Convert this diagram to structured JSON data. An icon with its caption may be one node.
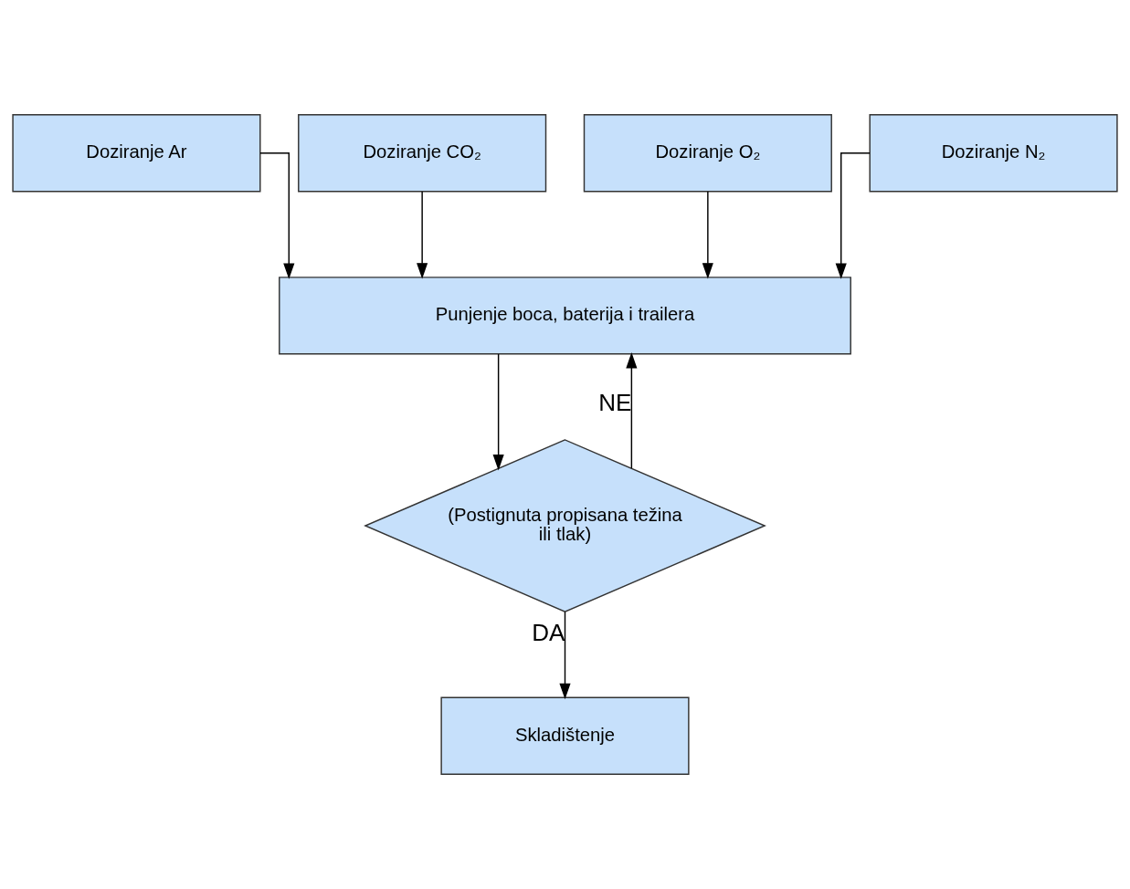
{
  "diagram": {
    "nodes": [
      {
        "text": [
          "Doziranje Ar"
        ]
      },
      {
        "text": [
          "Doziranje CO₂"
        ]
      },
      {
        "text": [
          "Doziranje O₂"
        ]
      },
      {
        "text": [
          "Doziranje N₂"
        ]
      },
      {
        "text": [
          "Punjenje boca, baterija i trailera"
        ]
      },
      {
        "text": [
          "(Postignuta propisana težina ili tlak)"
        ]
      },
      {
        "text": [
          "Skladištenje"
        ]
      }
    ],
    "edges": [
      {
        "from": 0,
        "to": 4,
        "arrow": "to"
      },
      {
        "from": 1,
        "to": 4,
        "arrow": "to"
      },
      {
        "from": 2,
        "to": 4,
        "arrow": "to"
      },
      {
        "from": 3,
        "to": 4,
        "arrow": "to"
      },
      {
        "from": 4,
        "to": 5,
        "arrow": "to"
      },
      {
        "from": 5,
        "to": 4,
        "arrow": "to",
        "label": "NE"
      },
      {
        "from": 5,
        "to": 6,
        "arrow": "to",
        "label": "DA"
      }
    ]
  }
}
